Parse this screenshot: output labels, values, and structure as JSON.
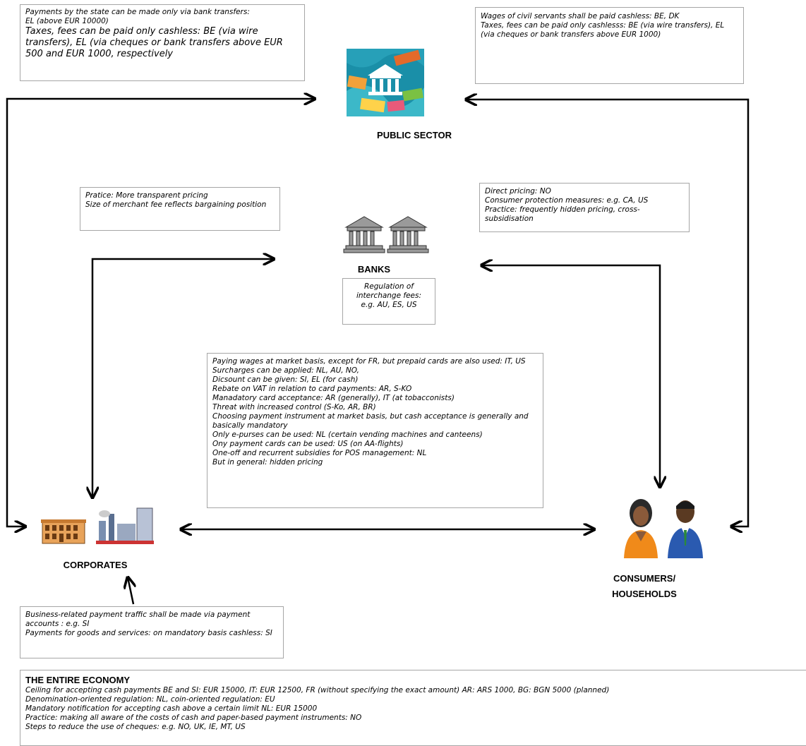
{
  "nodes": {
    "public_sector": "PUBLIC SECTOR",
    "banks": "BANKS",
    "corporates": "CORPORATES",
    "consumers_line1": "CONSUMERS/",
    "consumers_line2": "HOUSEHOLDS"
  },
  "boxes": {
    "public_left": [
      "Payments by the state can be made only via bank transfers:",
      "EL (above EUR 10000)",
      "Taxes, fees can be paid only cashless: BE  (via wire transfers), EL (via cheques or bank transfers above EUR 500 and EUR  1000, respectively"
    ],
    "public_right": [
      "Wages of civil servants shall be paid cashless:  BE, DK",
      "Taxes, fees can be paid only cashlesss: BE (via wire transfers), EL (via cheques or bank transfers above EUR 1000)"
    ],
    "banks_left": [
      "Pratice: More transparent pricing",
      "Size of merchant fee reflects bargaining position"
    ],
    "banks_right": [
      "Direct pricing:  NO",
      "Consumer protection measures: e.g. CA, US",
      "Practice: frequently hidden pricing, cross-subsidisation"
    ],
    "interchange": [
      "Regulation of",
      "interchange fees:",
      "e.g. AU, ES, US"
    ],
    "middle": [
      "Paying wages  at market basis, except for FR, but prepaid cards are also used: IT, US",
      "Surcharges  can be applied: NL, AU,  NO,",
      "Dicsount can be given:  SI, EL (for cash)",
      "Rebate on VAT in relation to card payments: AR, S-KO",
      "Manadatory card acceptance: AR  (generally), IT (at tobacconists)",
      "Threat with increased control (S-Ko, AR, BR)",
      "Choosing payment instrument at market basis, but cash acceptance is generally and basically mandatory",
      "Only e-purses can be used: NL (certain vending machines and canteens)",
      "Ony payment cards can be used: US (on AA-flights)",
      "One-off and recurrent subsidies for POS management: NL",
      "But in general: hidden pricing"
    ],
    "corporates_bottom": [
      "Business-related payment traffic shall be made via payment accounts : e.g.  SI",
      "Payments for goods and services: on mandatory basis cashless: SI"
    ],
    "economy_title": "THE ENTIRE ECONOMY",
    "economy": [
      "Ceiling for accepting cash payments BE and SI: EUR 15000, IT:  EUR 12500,  FR (without specifying the exact amount) AR: ARS 1000, BG: BGN 5000 (planned)",
      "Denomination-oriented regulation: NL, coin-oriented regulation: EU",
      "Mandatory notification for accepting cash above a certain limit NL:  EUR 15000",
      "Practice: making all aware of the costs of cash and paper-based payment instruments:  NO",
      "Steps to reduce the use of cheques: e.g. NO, UK, IE, MT, US"
    ]
  }
}
